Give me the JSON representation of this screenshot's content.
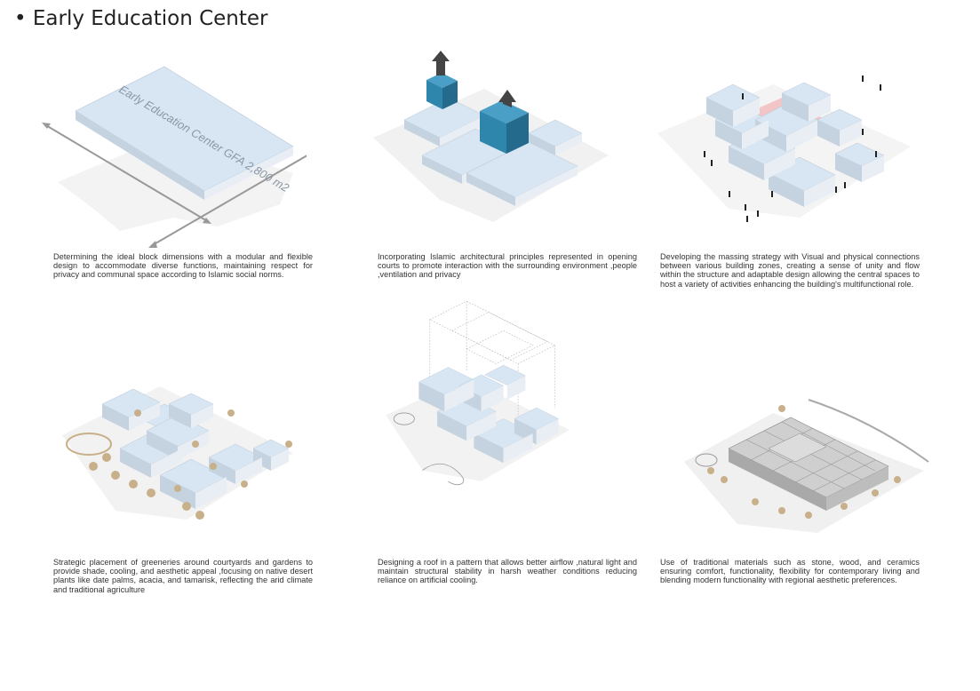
{
  "page": {
    "title": "• Early Education Center"
  },
  "panels": [
    {
      "diagram_label": "Early Education Center GFA 2,800 m2",
      "caption": "Determining the ideal block dimensions with a modular and flexible design to accommodate diverse functions, maintaining respect for privacy and communal space according to Islamic social norms."
    },
    {
      "caption": "Incorporating Islamic architectural principles represented in opening courts to promote interaction with the surrounding environment ,people ,ventilation and privacy"
    },
    {
      "caption": "Developing the massing strategy with Visual and physical connections between various building zones, creating a sense of unity and flow within the structure and adaptable design allowing the central spaces to host a variety of activities enhancing the building's multifunctional role."
    },
    {
      "caption": "Strategic placement of greeneries around courtyards and gardens to provide shade, cooling, and aesthetic appeal ,focusing on native desert plants like date palms, acacia, and tamarisk, reflecting the arid climate and traditional agriculture"
    },
    {
      "caption": "Designing a roof in a pattern that allows better airflow ,natural light and maintain structural stability in harsh weather conditions reducing reliance on artificial cooling."
    },
    {
      "caption": "Use of traditional materials such as stone, wood, and ceramics ensuring comfort, functionality, flexibility for contemporary living and blending modern functionality with regional aesthetic preferences."
    }
  ],
  "colors": {
    "block_top": "#d8e6f3",
    "block_left": "#e9eef4",
    "block_right": "#c5d2df",
    "accent_blue": "#2f86ad",
    "arrow_dark": "#444444",
    "courtyard_pink": "#f2c6c6",
    "tree_tan": "#c8b08a"
  }
}
